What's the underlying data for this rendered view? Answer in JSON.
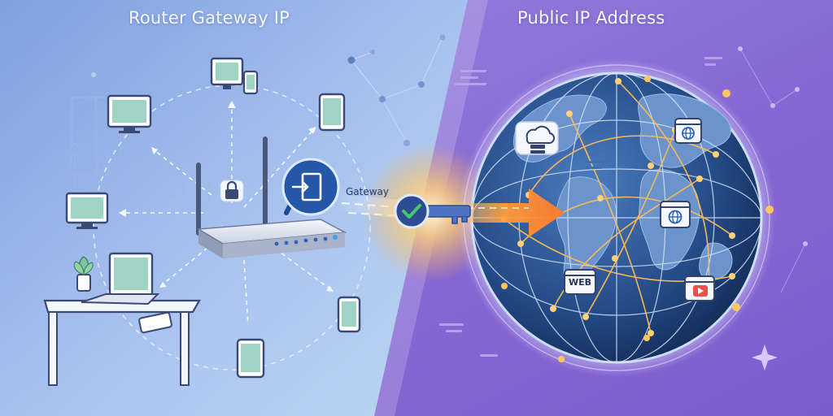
{
  "titles": {
    "left": "Router Gateway IP",
    "right": "Public IP Address"
  },
  "labels": {
    "gateway": "Gateway",
    "web": "WEB"
  },
  "colors": {
    "left_bg": "#8fb0e6",
    "right_bg": "#8a6fd6",
    "globe_ocean": "#2a4f86",
    "globe_land": "#5d84bf",
    "glow": "#ffb64a",
    "accent_blue": "#2f63b8",
    "check_green": "#34b35a"
  },
  "icons": [
    "lock-icon",
    "door-enter-icon",
    "check-icon",
    "key-icon",
    "cloud-server-icon",
    "browser-globe-icon",
    "video-play-icon",
    "sparkle-icon"
  ]
}
